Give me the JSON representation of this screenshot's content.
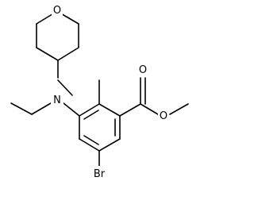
{
  "molecule": {
    "atoms": {
      "ring_oxygen": "O",
      "amine_nitrogen": "N",
      "carbonyl_oxygen": "O",
      "ester_oxygen": "O",
      "bromine": "Br"
    }
  }
}
